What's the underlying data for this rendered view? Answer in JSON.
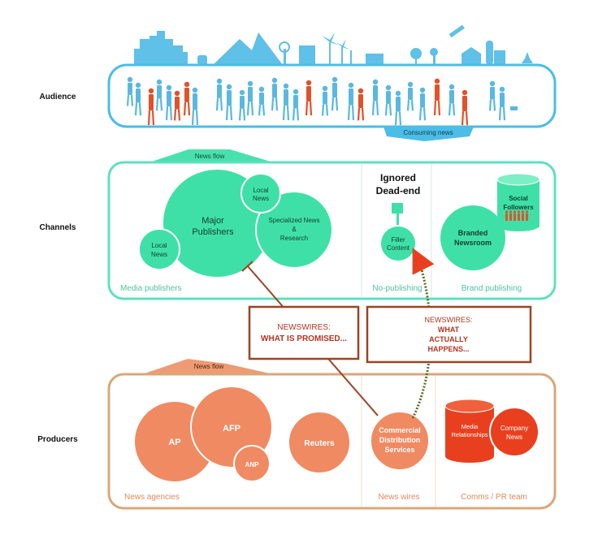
{
  "rows": {
    "audience": "Audience",
    "channels": "Channels",
    "producers": "Producers"
  },
  "audience_box": {
    "tab_label": "Consuming news"
  },
  "channels_box": {
    "flow_label": "News flow",
    "sections": {
      "media": "Media publishers",
      "nopub": "No-publishing",
      "brand": "Brand publishing"
    },
    "circles": {
      "major": [
        "Major",
        "Publishers"
      ],
      "local_top": [
        "Local",
        "News"
      ],
      "specialized": [
        "Specialized News",
        "&",
        "Research"
      ],
      "local_bottom": [
        "Local",
        "News"
      ],
      "filler": [
        "Filler",
        "Content"
      ],
      "branded": [
        "Branded",
        "Newsroom"
      ],
      "social": [
        "Social",
        "Followers"
      ]
    },
    "ignored": [
      "Ignored",
      "Dead-end"
    ]
  },
  "producers_box": {
    "flow_label": "News flow",
    "sections": {
      "agencies": "News agencies",
      "wires": "News wires",
      "comms": "Comms / PR team"
    },
    "circles": {
      "ap": "AP",
      "afp": "AFP",
      "anp": "ANP",
      "reuters": "Reuters",
      "cds": [
        "Commercial",
        "Distribution",
        "Services"
      ],
      "media_rel": [
        "Media",
        "Relationships"
      ],
      "company": [
        "Company",
        "News"
      ]
    }
  },
  "callouts": {
    "promised": [
      "NEWSWIRES:",
      "WHAT IS PROMISED..."
    ],
    "happens": [
      "NEWSWIRES:",
      "WHAT",
      "ACTUALLY",
      "HAPPENS..."
    ]
  },
  "colors": {
    "audience": "#4bbde6",
    "audience_people": "#5ab8e0",
    "audience_highlight": "#e0522a",
    "channels": "#3fe0a8",
    "channels_border": "#5fe0bd",
    "producers": "#f08a62",
    "producers_border": "#d8a77a",
    "comms": "#e8401f",
    "callout_border": "#9a4522",
    "callout_text": "#b33420"
  }
}
